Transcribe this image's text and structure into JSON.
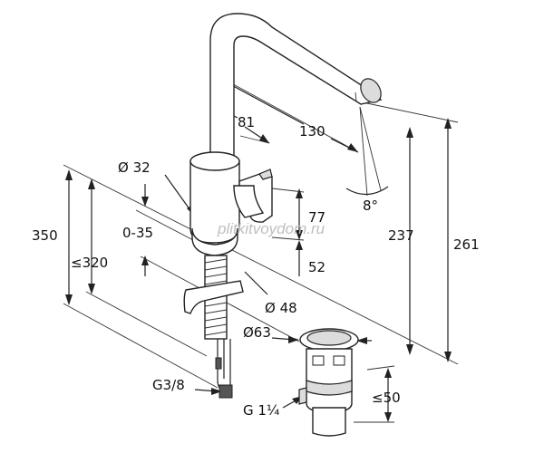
{
  "diagram": {
    "labels": {
      "spout_reach": "130",
      "spout_offset": "81",
      "body_diameter": "Ø 32",
      "height_350": "350",
      "height_320": "≤320",
      "thickness_range": "0-35",
      "lever_height": "77",
      "base_height": "52",
      "base_diameter": "Ø 48",
      "swivel_angle": "8°",
      "outlet_height": "237",
      "total_height": "261",
      "drain_diameter": "Ø63",
      "connection_thread": "G3/8",
      "drain_thread": "G 1¼",
      "drain_length": "≤50"
    },
    "watermark": "plitkitvoydom.ru"
  }
}
